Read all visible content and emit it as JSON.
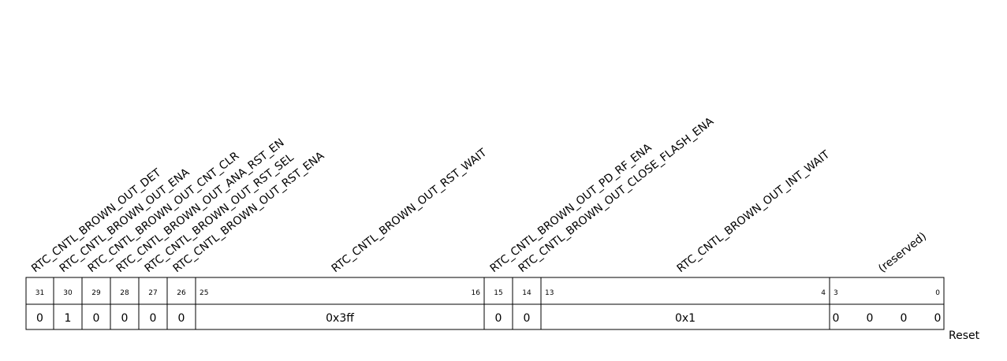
{
  "register": {
    "fields": [
      {
        "name": "RTC_CNTL_BROWN_OUT_DET",
        "hi": 31,
        "lo": 31,
        "reset": "0"
      },
      {
        "name": "RTC_CNTL_BROWN_OUT_ENA",
        "hi": 30,
        "lo": 30,
        "reset": "1"
      },
      {
        "name": "RTC_CNTL_BROWN_OUT_CNT_CLR",
        "hi": 29,
        "lo": 29,
        "reset": "0"
      },
      {
        "name": "RTC_CNTL_BROWN_OUT_ANA_RST_EN",
        "hi": 28,
        "lo": 28,
        "reset": "0"
      },
      {
        "name": "RTC_CNTL_BROWN_OUT_RST_SEL",
        "hi": 27,
        "lo": 27,
        "reset": "0"
      },
      {
        "name": "RTC_CNTL_BROWN_OUT_RST_ENA",
        "hi": 26,
        "lo": 26,
        "reset": "0"
      },
      {
        "name": "RTC_CNTL_BROWN_OUT_RST_WAIT",
        "hi": 25,
        "lo": 16,
        "reset": "0x3ff"
      },
      {
        "name": "RTC_CNTL_BROWN_OUT_PD_RF_ENA",
        "hi": 15,
        "lo": 15,
        "reset": "0"
      },
      {
        "name": "RTC_CNTL_BROWN_OUT_CLOSE_FLASH_ENA",
        "hi": 14,
        "lo": 14,
        "reset": "0"
      },
      {
        "name": "RTC_CNTL_BROWN_OUT_INT_WAIT",
        "hi": 13,
        "lo": 4,
        "reset": "0x1"
      },
      {
        "name": "(reserved)",
        "hi": 3,
        "lo": 0,
        "reset": [
          "0",
          "0",
          "0",
          "0"
        ]
      }
    ],
    "reset_label": "Reset"
  }
}
